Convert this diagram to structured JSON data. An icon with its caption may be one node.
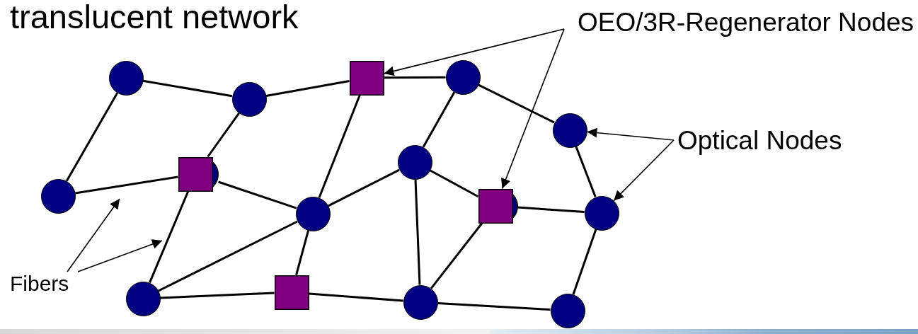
{
  "diagram": {
    "title": "translucent network",
    "nodes": [
      {
        "text": [],
        "shape": "circle"
      },
      {
        "text": [],
        "shape": "circle"
      },
      {
        "text": [],
        "shape": "box"
      },
      {
        "text": [],
        "shape": "circle"
      },
      {
        "text": [],
        "shape": "circle"
      },
      {
        "text": [],
        "shape": "circle"
      },
      {
        "text": [],
        "shape": "box"
      },
      {
        "text": [],
        "shape": "circle"
      },
      {
        "text": [],
        "shape": "circle"
      },
      {
        "text": [],
        "shape": "box"
      },
      {
        "text": [],
        "shape": "circle"
      },
      {
        "text": [],
        "shape": "circle"
      },
      {
        "text": [],
        "shape": "box"
      },
      {
        "text": [],
        "shape": "circle"
      },
      {
        "text": [],
        "shape": "circle"
      },
      {
        "text": [
          "OEO/3R-Regenerator Nodes"
        ]
      },
      {
        "text": [
          "Optical Nodes"
        ]
      },
      {
        "text": [
          "Fibers"
        ]
      }
    ],
    "edges": [
      {
        "from": 0,
        "to": 1,
        "arrow": "none"
      },
      {
        "from": 0,
        "to": 5,
        "arrow": "none"
      },
      {
        "from": 1,
        "to": 2,
        "arrow": "none"
      },
      {
        "from": 1,
        "to": 6,
        "arrow": "none"
      },
      {
        "from": 2,
        "to": 3,
        "arrow": "none"
      },
      {
        "from": 2,
        "to": 8,
        "arrow": "none"
      },
      {
        "from": 3,
        "to": 4,
        "arrow": "none"
      },
      {
        "from": 3,
        "to": 7,
        "arrow": "none"
      },
      {
        "from": 4,
        "to": 10,
        "arrow": "none"
      },
      {
        "from": 5,
        "to": 6,
        "arrow": "none"
      },
      {
        "from": 6,
        "to": 8,
        "arrow": "none"
      },
      {
        "from": 6,
        "to": 11,
        "arrow": "none"
      },
      {
        "from": 8,
        "to": 7,
        "arrow": "none"
      },
      {
        "from": 8,
        "to": 11,
        "arrow": "none"
      },
      {
        "from": 8,
        "to": 12,
        "arrow": "none"
      },
      {
        "from": 12,
        "to": 13,
        "arrow": "none"
      },
      {
        "from": 11,
        "to": 12,
        "arrow": "none"
      },
      {
        "from": 7,
        "to": 13,
        "arrow": "none"
      },
      {
        "from": 7,
        "to": 9,
        "arrow": "none"
      },
      {
        "from": 9,
        "to": 13,
        "arrow": "none"
      },
      {
        "from": 9,
        "to": 10,
        "arrow": "none"
      },
      {
        "from": 13,
        "to": 14,
        "arrow": "none"
      },
      {
        "from": 10,
        "to": 14,
        "arrow": "none"
      },
      {
        "from": 15,
        "to": 2,
        "arrow": "to"
      },
      {
        "from": 15,
        "to": 9,
        "arrow": "to"
      },
      {
        "from": 16,
        "to": 4,
        "arrow": "to"
      },
      {
        "from": 16,
        "to": 10,
        "arrow": "to"
      },
      {
        "from": 17,
        "to": null,
        "arrow": "to"
      },
      {
        "from": 17,
        "to": null,
        "arrow": "to"
      }
    ]
  }
}
